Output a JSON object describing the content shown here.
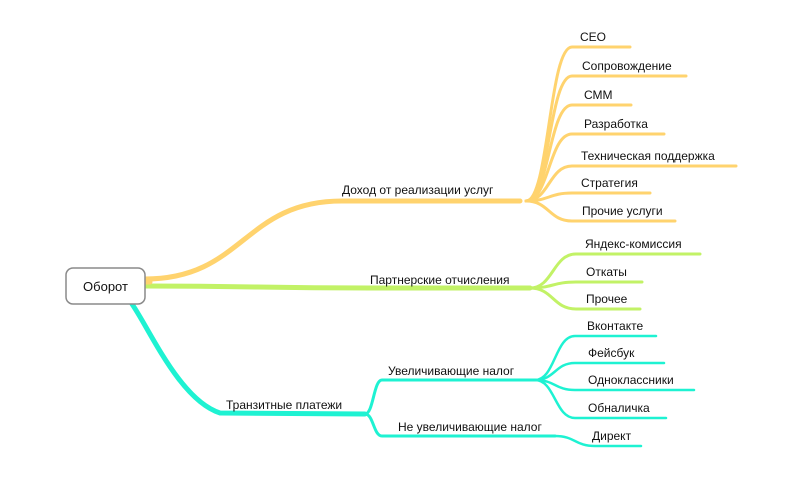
{
  "colors": {
    "revenue": "#FFD36E",
    "partner": "#C2F266",
    "transit": "#1EF2D2",
    "root_border": "#8A8A8A",
    "text": "#111111"
  },
  "root": {
    "label": "Оборот"
  },
  "branches": [
    {
      "id": "revenue",
      "label": "Доход от реализации услуг",
      "children": [
        "СЕО",
        "Сопровождение",
        "СММ",
        "Разработка",
        "Техническая поддержка",
        "Стратегия",
        "Прочие услуги"
      ]
    },
    {
      "id": "partner",
      "label": "Партнерские отчисления",
      "children": [
        "Яндекс-комиссия",
        "Откаты",
        "Прочее"
      ]
    },
    {
      "id": "transit",
      "label": "Транзитные платежи",
      "groups": [
        {
          "label": "Увеличивающие налог",
          "children": [
            "Вконтакте",
            "Фейсбук",
            "Одноклассники",
            "Обналичка"
          ]
        },
        {
          "label": "Не увеличивающие налог",
          "children": [
            "Директ"
          ]
        }
      ]
    }
  ]
}
